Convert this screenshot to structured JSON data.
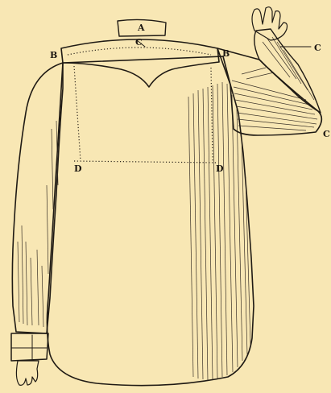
{
  "figure": {
    "labels": {
      "a_top": "A",
      "b_left": "B",
      "b_right": "B",
      "c_yoke": "C",
      "c_hand": "C",
      "c_elbow": "C",
      "d_left": "D",
      "d_right": "D"
    },
    "colors": {
      "paper": "#f8e7b4",
      "ink": "#1f1a14"
    }
  }
}
